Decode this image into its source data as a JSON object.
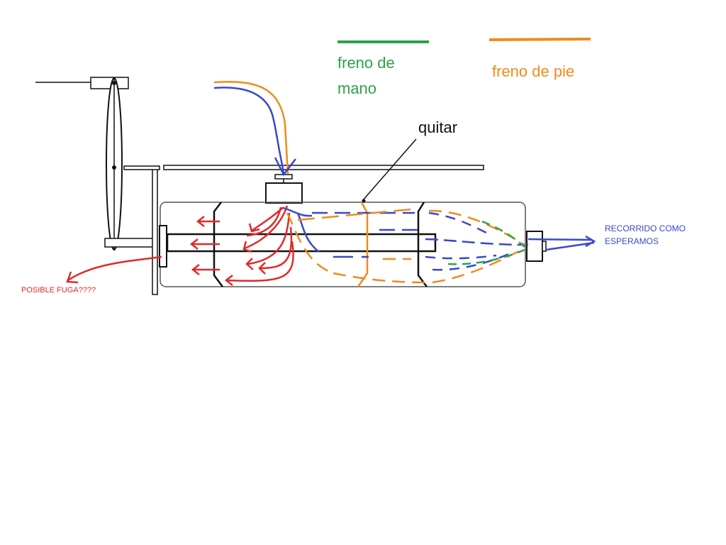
{
  "legend": {
    "green_label_line1": "freno de",
    "green_label_line2": "mano",
    "orange_label": "freno de pie"
  },
  "labels": {
    "quitar": "quitar",
    "recorrido_line1": "RECORRIDO  COMO",
    "recorrido_line2": "ESPERAMOS",
    "fuga": "POSIBLE  FUGA????"
  },
  "colors": {
    "green": "#2ca34a",
    "orange": "#f08a1c",
    "blue": "#3a48c8",
    "red": "#e02a2a",
    "black": "#111111",
    "outline": "#555555"
  }
}
